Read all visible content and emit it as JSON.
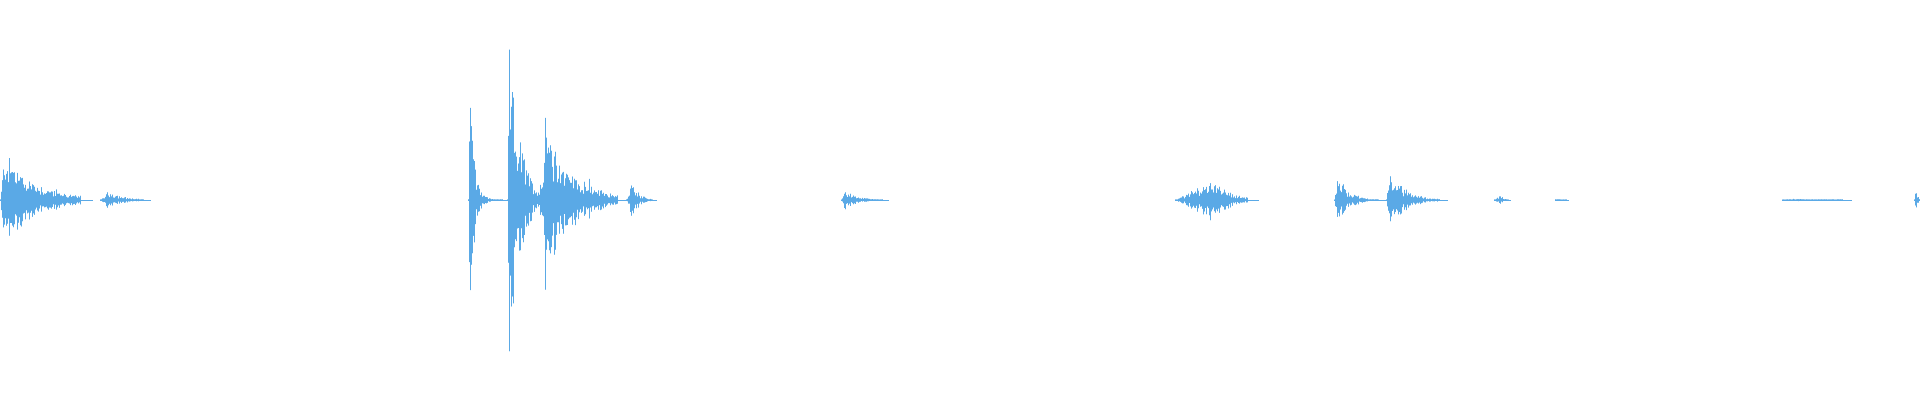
{
  "waveform": {
    "color": "#5aa9e6",
    "background": "#ffffff",
    "segments": [
      {
        "start": 0.0,
        "end": 0.042,
        "peak": 0.31,
        "attack": 0.05,
        "decay": 0.85
      },
      {
        "start": 0.052,
        "end": 0.075,
        "peak": 0.06,
        "attack": 0.2,
        "decay": 0.7
      },
      {
        "start": 0.244,
        "end": 0.262,
        "peak": 0.92,
        "attack": 0.02,
        "decay": 0.3
      },
      {
        "start": 0.264,
        "end": 0.3,
        "peak": 1.0,
        "attack": 0.03,
        "decay": 0.35
      },
      {
        "start": 0.28,
        "end": 0.322,
        "peak": 0.46,
        "attack": 0.1,
        "decay": 0.75
      },
      {
        "start": 0.326,
        "end": 0.34,
        "peak": 0.12,
        "attack": 0.2,
        "decay": 0.6
      },
      {
        "start": 0.438,
        "end": 0.46,
        "peak": 0.06,
        "attack": 0.08,
        "decay": 0.7
      },
      {
        "start": 0.612,
        "end": 0.65,
        "peak": 0.14,
        "attack": 0.55,
        "decay": 0.45
      },
      {
        "start": 0.695,
        "end": 0.718,
        "peak": 0.16,
        "attack": 0.08,
        "decay": 0.55
      },
      {
        "start": 0.722,
        "end": 0.75,
        "peak": 0.19,
        "attack": 0.05,
        "decay": 0.65
      },
      {
        "start": 0.778,
        "end": 0.786,
        "peak": 0.03,
        "attack": 0.4,
        "decay": 0.6
      },
      {
        "start": 0.81,
        "end": 0.816,
        "peak": 0.008,
        "attack": 0.3,
        "decay": 0.7
      },
      {
        "start": 0.928,
        "end": 0.96,
        "peak": 0.008,
        "attack": 0.2,
        "decay": 0.8
      },
      {
        "start": 0.997,
        "end": 1.0,
        "peak": 0.07,
        "attack": 0.3,
        "decay": 0.7
      }
    ]
  }
}
